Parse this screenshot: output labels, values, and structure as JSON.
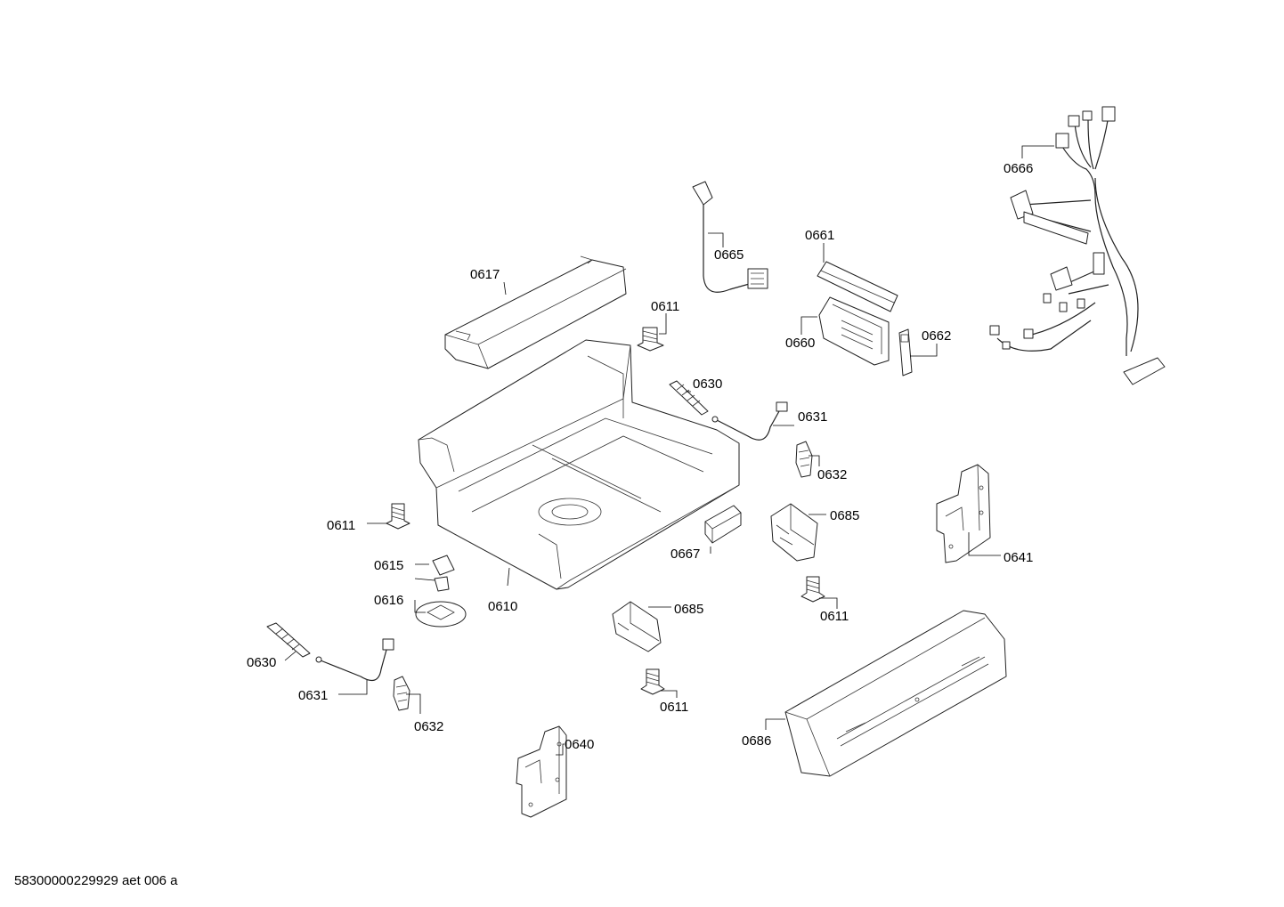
{
  "callouts": {
    "c0617": "0617",
    "c0611a": "0611",
    "c0611b": "0611",
    "c0611c": "0611",
    "c0611d": "0611",
    "c0630a": "0630",
    "c0630b": "0630",
    "c0631a": "0631",
    "c0631b": "0631",
    "c0632a": "0632",
    "c0632b": "0632",
    "c0610": "0610",
    "c0615": "0615",
    "c0616": "0616",
    "c0640": "0640",
    "c0641": "0641",
    "c0660": "0660",
    "c0661": "0661",
    "c0662": "0662",
    "c0665": "0665",
    "c0666": "0666",
    "c0667": "0667",
    "c0685a": "0685",
    "c0685b": "0685",
    "c0686": "0686"
  },
  "footer": {
    "drawing_id": "58300000229929 aet 006 a"
  }
}
